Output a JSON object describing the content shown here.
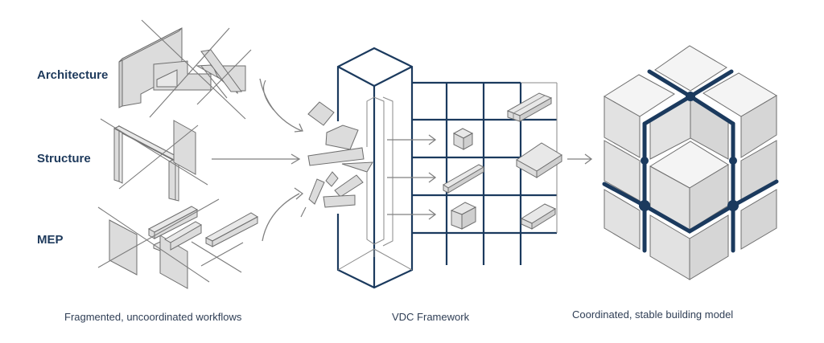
{
  "diagram": {
    "rows": [
      {
        "label": "Architecture"
      },
      {
        "label": "Structure"
      },
      {
        "label": "MEP"
      }
    ],
    "stages": [
      {
        "caption": "Fragmented, uncoordinated workflows"
      },
      {
        "caption": "VDC Framework"
      },
      {
        "caption": "Coordinated, stable building model"
      }
    ],
    "colors": {
      "accent_navy": "#1b3a5e",
      "label_text": "#1e3a5c",
      "caption_text": "#2f3e55",
      "element_gray": "#dcdcdc",
      "outline_gray": "#6e6e6e",
      "background": "#ffffff"
    }
  }
}
